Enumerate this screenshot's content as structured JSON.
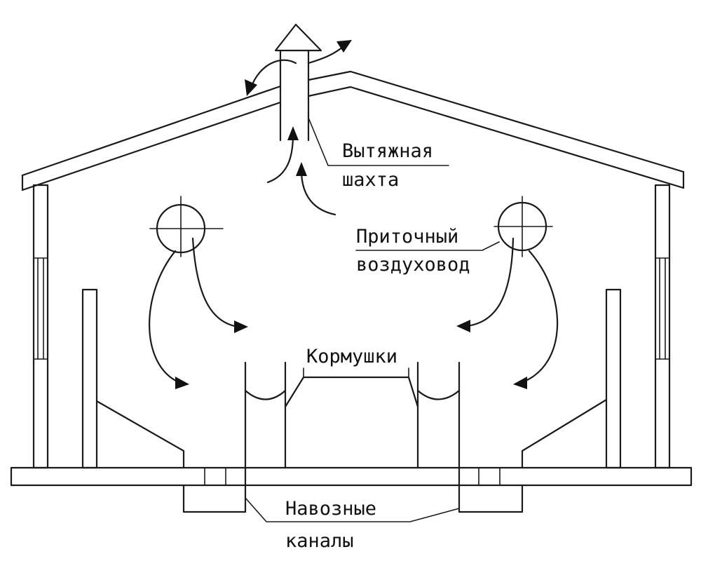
{
  "labels": {
    "exhaust_line1": "Вытяжная",
    "exhaust_line2": "шахта",
    "supply_line1": "Приточный",
    "supply_line2": "воздуховод",
    "feeders": "Кормушки",
    "manure_line1": "Навозные",
    "manure_line2": "каналы"
  },
  "colors": {
    "ink": "#111111",
    "background": "#ffffff"
  }
}
